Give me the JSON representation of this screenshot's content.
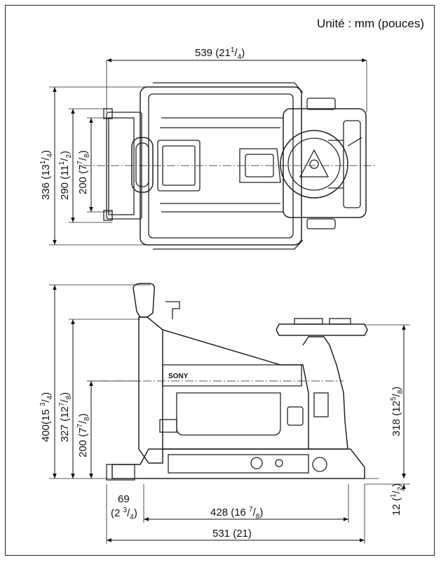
{
  "unit_label": "Unité : mm (pouces)",
  "top_view": {
    "width_total": {
      "value": "539",
      "paren_open": "(21",
      "num": "1",
      "den": "4",
      "paren_close": ")"
    },
    "height_outer": {
      "value": "336",
      "paren_open": "(13",
      "num": "1",
      "den": "4",
      "paren_close": ")"
    },
    "height_mid": {
      "value": "290",
      "paren_open": "(11",
      "num": "1",
      "den": "2",
      "paren_close": ")"
    },
    "height_inner": {
      "value": "200",
      "paren_open": "(7",
      "num": "7",
      "den": "8",
      "paren_close": ")"
    }
  },
  "side_view": {
    "brand_mark": "SONY",
    "height_total": {
      "value": "400",
      "paren_open": "(15",
      "num": "3",
      "den": "4",
      "paren_close": ")"
    },
    "height_handle": {
      "value": "327",
      "paren_open": "(12",
      "num": "7",
      "den": "8",
      "paren_close": ")"
    },
    "height_center": {
      "value": "200",
      "paren_open": "(7",
      "num": "7",
      "den": "8",
      "paren_close": ")"
    },
    "height_right": {
      "value": "318",
      "paren_open": "(12",
      "num": "5",
      "den": "8",
      "paren_close": ")"
    },
    "offset_left": {
      "value": "69",
      "paren_open": "(2",
      "num": "3",
      "den": "4",
      "paren_close": ")"
    },
    "base_length": {
      "value": "428",
      "paren_open": "(16",
      "num": "7",
      "den": "8",
      "paren_close": ")"
    },
    "total_length": {
      "value": "531",
      "paren_open": "(21)"
    },
    "foot_height": {
      "value": "12",
      "paren_open": "(",
      "num": "1",
      "den": "2",
      "paren_close": ")"
    }
  }
}
